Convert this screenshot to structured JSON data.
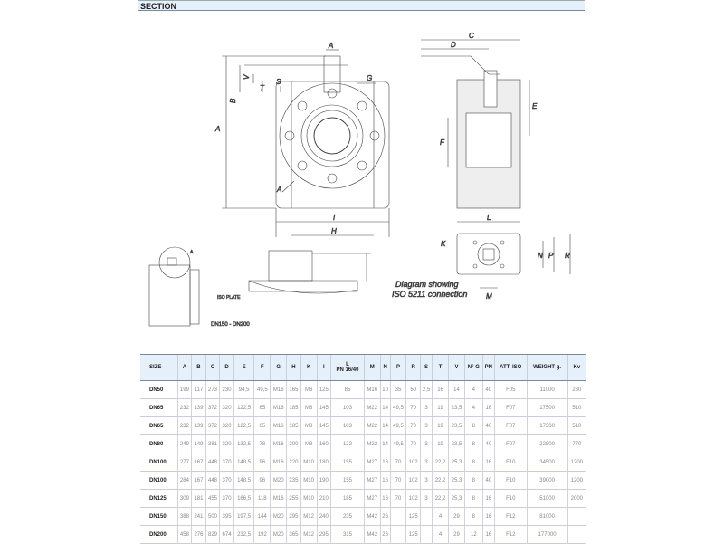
{
  "section_title": "SECTION",
  "drawing": {
    "front_labels": {
      "A_top": "A",
      "B": "B",
      "V": "V",
      "T": "T",
      "S": "S",
      "G": "G",
      "A_side": "A",
      "A_bolt": "A",
      "I": "I",
      "H": "H"
    },
    "side_labels": {
      "C": "C",
      "D": "D",
      "E": "E",
      "F": "F",
      "L": "L"
    },
    "bottom_labels": {
      "K": "K",
      "N": "N",
      "P": "P",
      "R": "R",
      "M": "M"
    },
    "caption": "Diagram showing",
    "caption2": "ISO 5211 connection",
    "detail_label": "A",
    "iso_plate": "ISO PLATE",
    "detail_caption": "DN150 - DN200"
  },
  "table": {
    "headers": [
      "SIZE",
      "A",
      "B",
      "C",
      "D",
      "E",
      "F",
      "G",
      "H",
      "K",
      "I",
      "L",
      "M",
      "N",
      "P",
      "R",
      "S",
      "T",
      "V",
      "N° G",
      "PN",
      "ATT. ISO",
      "WEIGHT g.",
      "Kv"
    ],
    "l_sub": "PN 16/40",
    "rows": [
      [
        "DN50",
        "199",
        "117",
        "273",
        "230",
        "94,5",
        "49,5",
        "M16",
        "165",
        "M6",
        "125",
        "85",
        "M16",
        "10",
        "35",
        "50",
        "2,5",
        "16",
        "14",
        "4",
        "40",
        "F05",
        "11000",
        "280"
      ],
      [
        "DN65",
        "232",
        "139",
        "372",
        "320",
        "122,5",
        "65",
        "M16",
        "185",
        "M8",
        "145",
        "103",
        "M22",
        "14",
        "49,5",
        "70",
        "3",
        "19",
        "23,5",
        "4",
        "16",
        "F07",
        "17500",
        "510"
      ],
      [
        "DN65",
        "232",
        "139",
        "372",
        "320",
        "122,5",
        "65",
        "M16",
        "185",
        "M8",
        "145",
        "103",
        "M22",
        "14",
        "49,5",
        "70",
        "3",
        "19",
        "23,5",
        "8",
        "40",
        "F07",
        "17300",
        "510"
      ],
      [
        "DN80",
        "249",
        "149",
        "381",
        "320",
        "132,5",
        "78",
        "M16",
        "200",
        "M8",
        "160",
        "122",
        "M22",
        "14",
        "49,5",
        "70",
        "3",
        "19",
        "23,5",
        "8",
        "40",
        "F07",
        "22800",
        "770"
      ],
      [
        "DN100",
        "277",
        "167",
        "448",
        "370",
        "148,5",
        "96",
        "M16",
        "220",
        "M10",
        "180",
        "155",
        "M27",
        "16",
        "70",
        "102",
        "3",
        "22,2",
        "25,3",
        "8",
        "16",
        "F10",
        "34500",
        "1200"
      ],
      [
        "DN100",
        "284",
        "167",
        "448",
        "370",
        "148,5",
        "96",
        "M20",
        "235",
        "M10",
        "190",
        "155",
        "M27",
        "16",
        "70",
        "102",
        "3",
        "22,2",
        "25,3",
        "8",
        "40",
        "F10",
        "39000",
        "1200"
      ],
      [
        "DN125",
        "309",
        "181",
        "455",
        "370",
        "166,5",
        "118",
        "M16",
        "255",
        "M10",
        "210",
        "185",
        "M27",
        "16",
        "70",
        "102",
        "3",
        "22,2",
        "25,3",
        "8",
        "16",
        "F10",
        "51000",
        "2000"
      ],
      [
        "DN150",
        "388",
        "241",
        "500",
        "395",
        "197,5",
        "144",
        "M20",
        "295",
        "M12",
        "240",
        "235",
        "M42",
        "26",
        "",
        "125",
        "",
        "4",
        "29",
        "8",
        "16",
        "F12",
        "81000",
        ""
      ],
      [
        "DN200",
        "458",
        "276",
        "829",
        "674",
        "232,5",
        "192",
        "M20",
        "365",
        "M12",
        "295",
        "315",
        "M42",
        "26",
        "",
        "125",
        "",
        "4",
        "29",
        "12",
        "16",
        "F12",
        "177000",
        ""
      ]
    ]
  }
}
